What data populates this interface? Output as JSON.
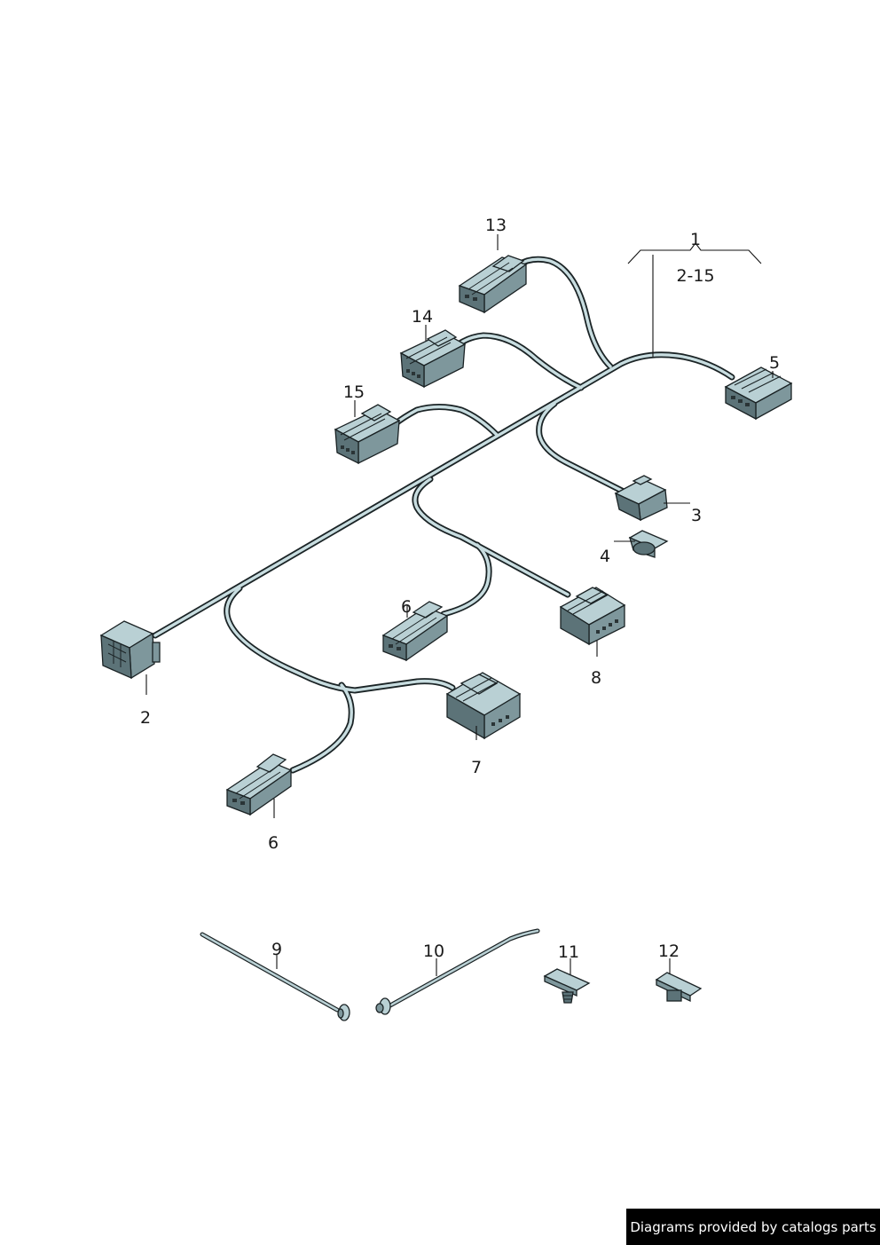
{
  "callouts": {
    "c1": "1",
    "c1_range": "2-15",
    "c2": "2",
    "c3": "3",
    "c4": "4",
    "c5": "5",
    "c6a": "6",
    "c6b": "6",
    "c7": "7",
    "c8": "8",
    "c9": "9",
    "c10": "10",
    "c11": "11",
    "c12": "12",
    "c13": "13",
    "c14": "14",
    "c15": "15"
  },
  "footer": {
    "credit": "Diagrams provided by catalogs parts"
  },
  "colors": {
    "cable": "#c8dde0",
    "connector_top": "#b9d0d4",
    "connector_side": "#7e979c",
    "connector_front": "#5c7378",
    "outline": "#1a2224",
    "credit_bg": "#000000"
  }
}
